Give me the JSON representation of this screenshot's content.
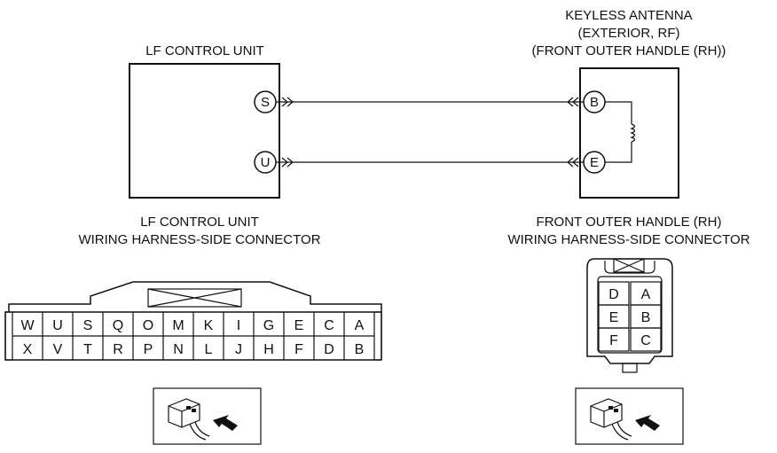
{
  "wiring_diagram": {
    "lf_unit_title": "LF CONTROL UNIT",
    "antenna_title_line1": "KEYLESS ANTENNA",
    "antenna_title_line2": "(EXTERIOR, RF)",
    "antenna_title_line3": "(FRONT OUTER HANDLE (RH))",
    "lf_pins": [
      "S",
      "U"
    ],
    "antenna_pins": [
      "B",
      "E"
    ]
  },
  "lf_connector": {
    "title_line1": "LF CONTROL UNIT",
    "title_line2": "WIRING HARNESS-SIDE CONNECTOR",
    "row1": [
      "W",
      "U",
      "S",
      "Q",
      "O",
      "M",
      "K",
      "I",
      "G",
      "E",
      "C",
      "A"
    ],
    "row2": [
      "X",
      "V",
      "T",
      "R",
      "P",
      "N",
      "L",
      "J",
      "H",
      "F",
      "D",
      "B"
    ]
  },
  "rh_connector": {
    "title_line1": "FRONT OUTER HANDLE (RH)",
    "title_line2": "WIRING HARNESS-SIDE CONNECTOR",
    "rows": [
      [
        "D",
        "A"
      ],
      [
        "E",
        "B"
      ],
      [
        "F",
        "C"
      ]
    ]
  }
}
